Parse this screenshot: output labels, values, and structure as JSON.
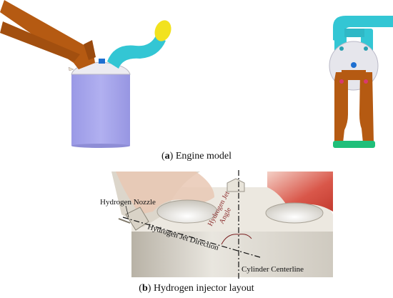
{
  "captions": {
    "a_letter": "a",
    "a_text": " Engine model",
    "b_letter": "b",
    "b_text": " Hydrogen injector layout"
  },
  "annotations": {
    "hydrogen_nozzle": "Hydrogen Nozzle",
    "hydrogen_jet_angle_line1": "Hydrogen Jet",
    "hydrogen_jet_angle_line2": "Angle",
    "hydrogen_jet_direction": "Hydrogen Jet Direction",
    "cylinder_centerline": "Cylinder Centerline"
  },
  "colors": {
    "intake_port": "#b55a12",
    "exhaust_port": "#33c6d4",
    "exhaust_outlet": "#f2e21e",
    "cylinder": "#a7a6ec",
    "outlet_base": "#1fbf7a",
    "injector": "#1e6fd1",
    "head": "#e6e6ec"
  }
}
